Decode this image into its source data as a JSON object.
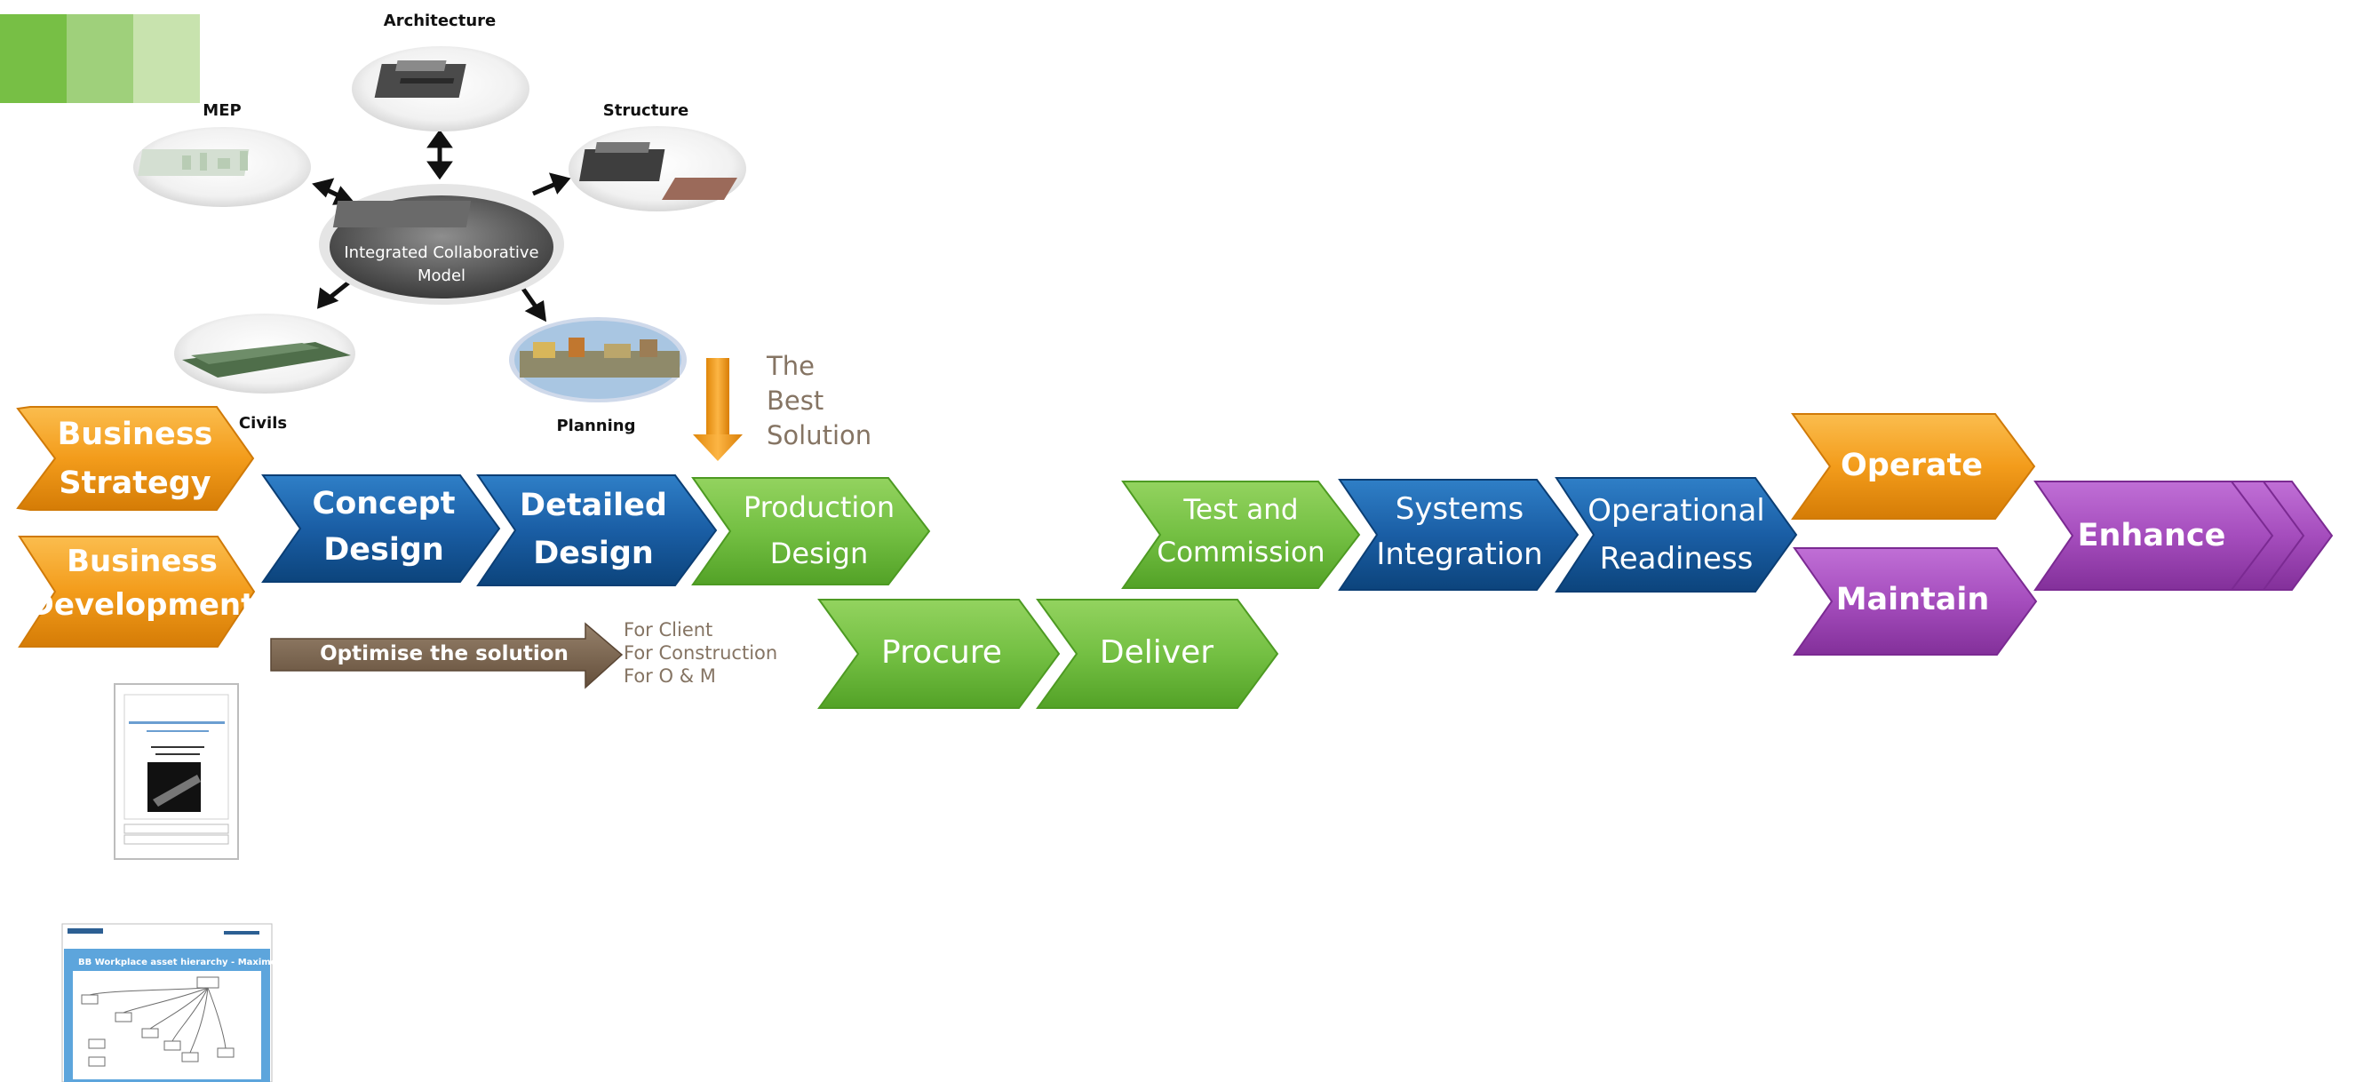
{
  "colors": {
    "orange": "#f39c1b",
    "blue": "#1a5ea5",
    "green": "#74c043",
    "purple": "#a54dbd",
    "brown": "#7c6751",
    "label_gray": "#857463",
    "accent_light": "#c8e3ae",
    "accent_mid": "#9fd07b",
    "accent_dark": "#77bf45"
  },
  "bim_model": {
    "center": "Integrated Collaborative Model",
    "nodes": {
      "architecture": "Architecture",
      "mep": "MEP",
      "structure": "Structure",
      "civils": "Civils",
      "planning": "Planning"
    }
  },
  "callout": {
    "line1": "The",
    "line2": "Best",
    "line3": "Solution"
  },
  "optimise": {
    "arrow_label": "Optimise the solution",
    "for_client": "For Client",
    "for_construction": "For Construction",
    "for_om": "For O & M"
  },
  "stages": {
    "business_strategy": [
      "Business",
      "Strategy"
    ],
    "business_development": [
      "Business",
      "Development"
    ],
    "concept_design": [
      "Concept",
      "Design"
    ],
    "detailed_design": [
      "Detailed",
      "Design"
    ],
    "production_design": [
      "Production",
      "Design"
    ],
    "procure": "Procure",
    "deliver": "Deliver",
    "test_commission": [
      "Test and",
      "Commission"
    ],
    "systems_integration": [
      "Systems",
      "Integration"
    ],
    "operational_readiness": [
      "Operational",
      "Readiness"
    ],
    "operate": "Operate",
    "maintain": "Maintain",
    "enhance": "Enhance"
  },
  "thumbnails": {
    "hierarchy_title": "BB Workplace asset hierarchy - Maximo"
  }
}
